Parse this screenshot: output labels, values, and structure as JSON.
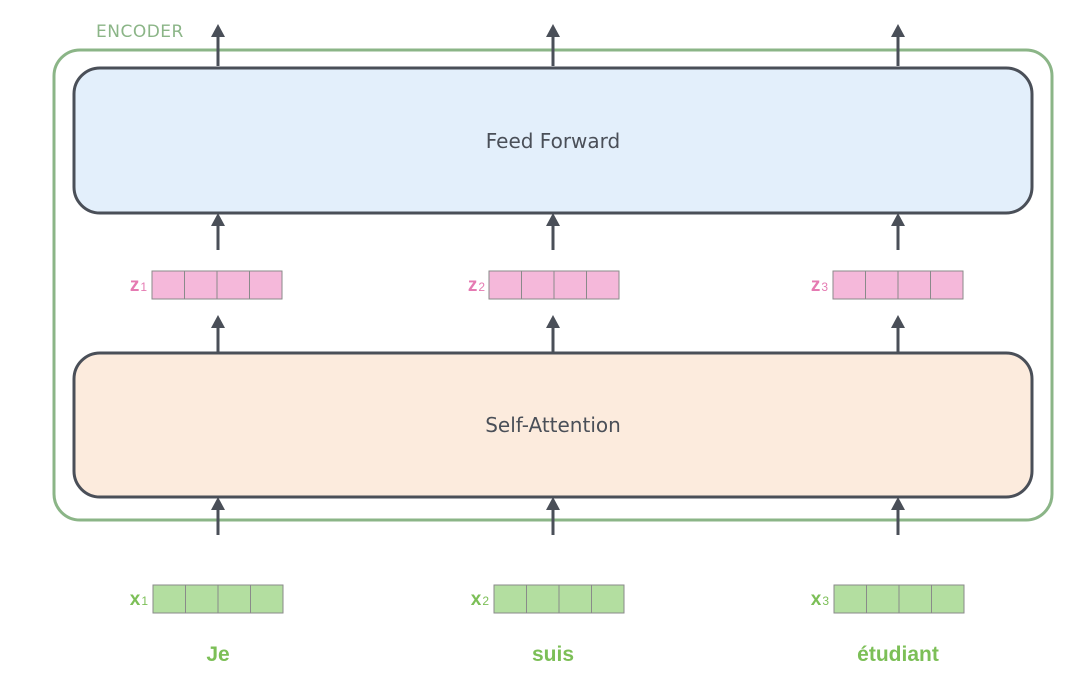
{
  "encoder": {
    "label": "ENCODER",
    "border_color": "#8bb587"
  },
  "feed_forward": {
    "label": "Feed Forward",
    "fill": "#e3effb",
    "stroke": "#4a4f58"
  },
  "self_attention": {
    "label": "Self-Attention",
    "fill": "#fcebdd",
    "stroke": "#4a4f58"
  },
  "z_vectors": [
    {
      "letter": "z",
      "index": "1",
      "cells": 4
    },
    {
      "letter": "z",
      "index": "2",
      "cells": 4
    },
    {
      "letter": "z",
      "index": "3",
      "cells": 4
    }
  ],
  "x_vectors": [
    {
      "letter": "x",
      "index": "1",
      "cells": 4
    },
    {
      "letter": "x",
      "index": "2",
      "cells": 4
    },
    {
      "letter": "x",
      "index": "3",
      "cells": 4
    }
  ],
  "words": [
    "Je",
    "suis",
    "étudiant"
  ],
  "colors": {
    "z_vector_fill": "#f5b8da",
    "x_vector_fill": "#b3dea0",
    "arrow": "#4a4f58"
  }
}
